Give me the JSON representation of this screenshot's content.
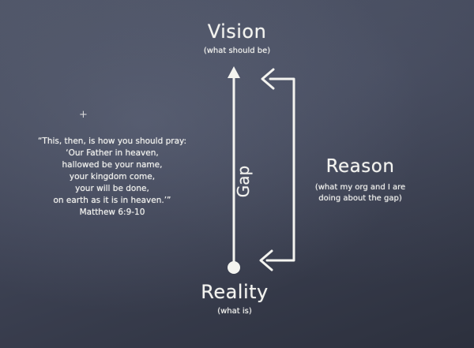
{
  "vision": {
    "title": "Vision",
    "subtitle": "(what should be)"
  },
  "reality": {
    "title": "Reality",
    "subtitle": "(what is)"
  },
  "reason": {
    "title": "Reason",
    "subtitle_lines": [
      "(what my org and I are",
      "doing about the gap)"
    ]
  },
  "gap_label": "Gap",
  "quote": {
    "lines": [
      "“This, then, is how you should pray:",
      "‘Our Father in heaven,",
      "hallowed be your name,",
      "your kingdom come,",
      "your will be done,",
      "on earth as it is in heaven.’”",
      "Matthew 6:9-10"
    ]
  },
  "decorations": {
    "cross_symbol": "+"
  },
  "colors": {
    "chalk": "#f4f4f0",
    "board_dark": "#2c303d",
    "board_light": "#4e5466"
  }
}
